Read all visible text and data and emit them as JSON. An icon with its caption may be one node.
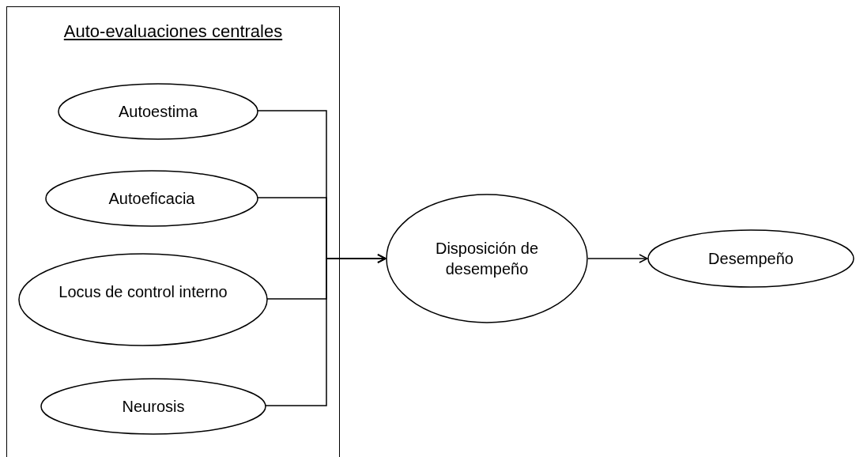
{
  "diagram": {
    "nodes": [
      {
        "text": [
          "Auto-evaluaciones centrales"
        ]
      },
      {
        "text": [
          "Autoestima"
        ],
        "in": 0
      },
      {
        "text": [
          "Autoeficacia"
        ],
        "in": 0
      },
      {
        "text": [
          "Locus de control interno"
        ],
        "in": 0
      },
      {
        "text": [
          "Neurosis"
        ],
        "in": 0
      },
      {
        "text": [
          "Disposición de desempeño"
        ]
      },
      {
        "text": [
          "Desempeño"
        ]
      }
    ],
    "edges": [
      {
        "from": 1,
        "to": 5,
        "arrow": "to"
      },
      {
        "from": 2,
        "to": 5,
        "arrow": "to"
      },
      {
        "from": 3,
        "to": 5,
        "arrow": "to"
      },
      {
        "from": 4,
        "to": 5,
        "arrow": "to"
      },
      {
        "from": 5,
        "to": 6,
        "arrow": "to"
      }
    ]
  }
}
